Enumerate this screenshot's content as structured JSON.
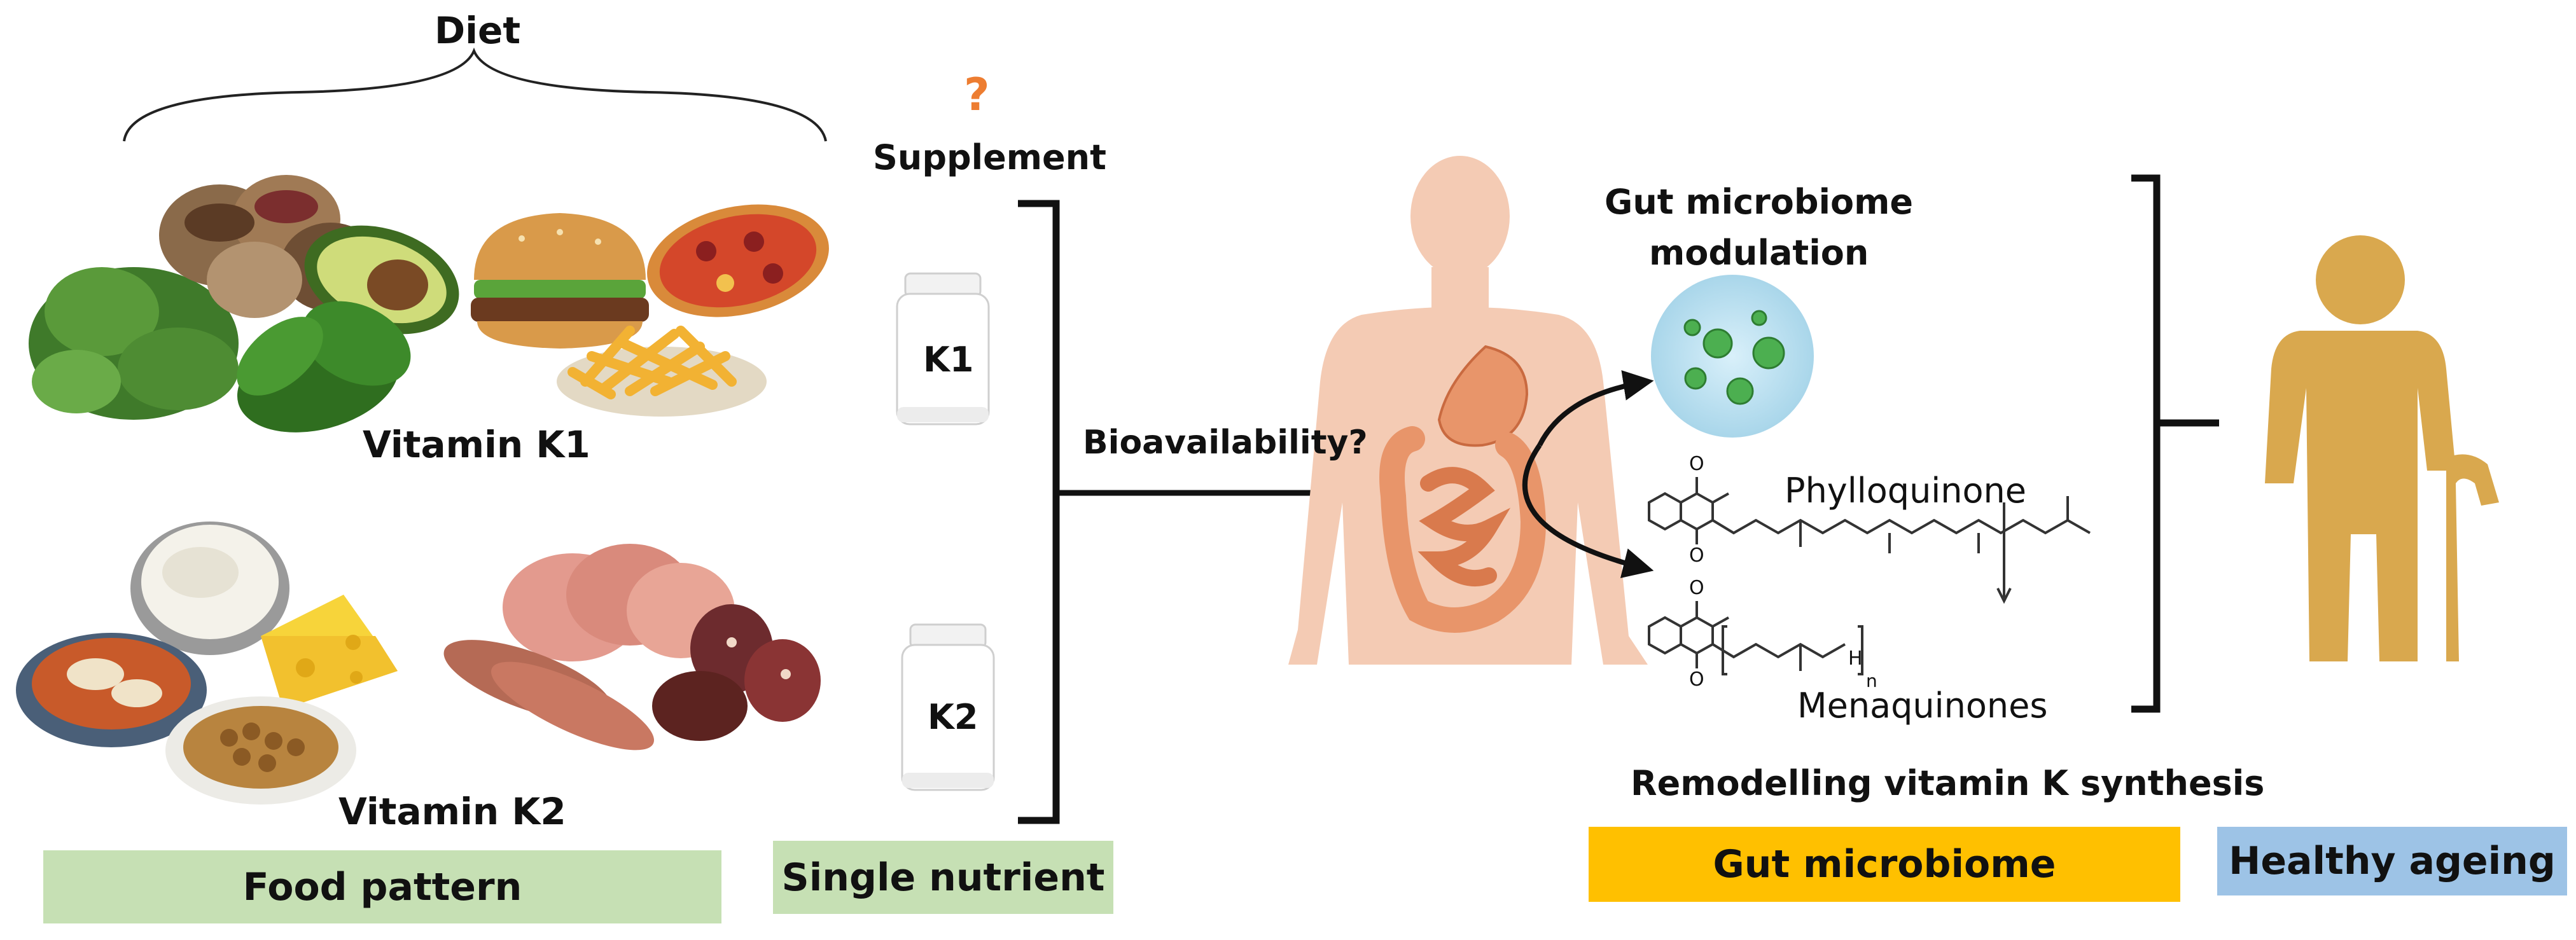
{
  "diet": {
    "title": "Diet",
    "vitamin_k1_label": "Vitamin K1",
    "vitamin_k2_label": "Vitamin K2",
    "footer": "Food pattern",
    "footer_color": "#c6e0b4"
  },
  "supplement": {
    "question_mark": "?",
    "question_color": "#ed7d31",
    "title": "Supplement",
    "bottle_k1": "K1",
    "bottle_k2": "K2",
    "footer": "Single nutrient",
    "footer_color": "#c6e0b4"
  },
  "bioavailability_label": "Bioavailability?",
  "gut": {
    "modulation_label_line1": "Gut microbiome",
    "modulation_label_line2": "modulation",
    "phylloquinone_label": "Phylloquinone",
    "menaquinones_label": "Menaquinones",
    "subscript_n": "n",
    "atom_h": "H",
    "atom_o": "O",
    "synthesis_label": "Remodelling vitamin K synthesis",
    "footer": "Gut microbiome",
    "footer_color": "#ffc000",
    "body_color": "#f4cbb4",
    "intestine_color": "#e8956a",
    "microbe_bg": "#bfe3f2",
    "microbe_color": "#4caf50"
  },
  "ageing": {
    "footer": "Healthy ageing",
    "footer_color": "#9dc3e6",
    "figure_color": "#d9a84e"
  }
}
